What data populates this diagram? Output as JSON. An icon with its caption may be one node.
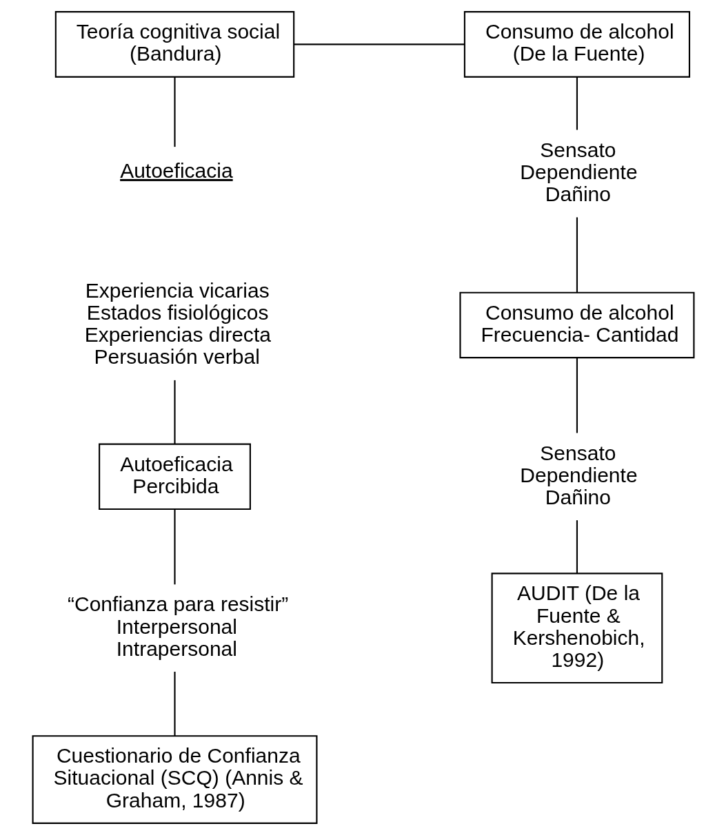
{
  "diagram": {
    "nodes": [
      {
        "text": [
          "Teoría cognitiva social",
          "(Bandura)"
        ]
      },
      {
        "text": [
          "Consumo de alcohol",
          "(De la Fuente)"
        ]
      },
      {
        "text": [
          "Autoeficacia"
        ]
      },
      {
        "text": [
          "Experiencia vicarias",
          "Estados fisiológicos",
          "Experiencias directa",
          "Persuasión verbal"
        ]
      },
      {
        "text": [
          "Autoeficacia Percibida"
        ]
      },
      {
        "text": [
          "“Confianza para resistir”",
          "Interpersonal",
          "Intrapersonal"
        ]
      },
      {
        "text": [
          "Cuestionario de Confianza Situacional (SCQ) (Annis & Graham, 1987)"
        ]
      },
      {
        "text": [
          "Sensato",
          "Dependiente",
          "Dañino"
        ]
      },
      {
        "text": [
          "Consumo de alcohol Frecuencia- Cantidad"
        ]
      },
      {
        "text": [
          "Sensato",
          "Dependiente",
          "Dañino"
        ]
      },
      {
        "text": [
          "AUDIT (De la Fuente & Kershenobich, 1992)"
        ]
      }
    ],
    "edges": [
      {
        "from": 0,
        "to": 1,
        "arrow": "none"
      },
      {
        "from": 0,
        "to": 2,
        "arrow": "none"
      },
      {
        "from": 3,
        "to": 4,
        "arrow": "none"
      },
      {
        "from": 4,
        "to": 5,
        "arrow": "none"
      },
      {
        "from": 5,
        "to": 6,
        "arrow": "none"
      },
      {
        "from": 1,
        "to": 7,
        "arrow": "none"
      },
      {
        "from": 7,
        "to": 8,
        "arrow": "none"
      },
      {
        "from": 8,
        "to": 9,
        "arrow": "none"
      },
      {
        "from": 9,
        "to": 10,
        "arrow": "none"
      }
    ]
  }
}
